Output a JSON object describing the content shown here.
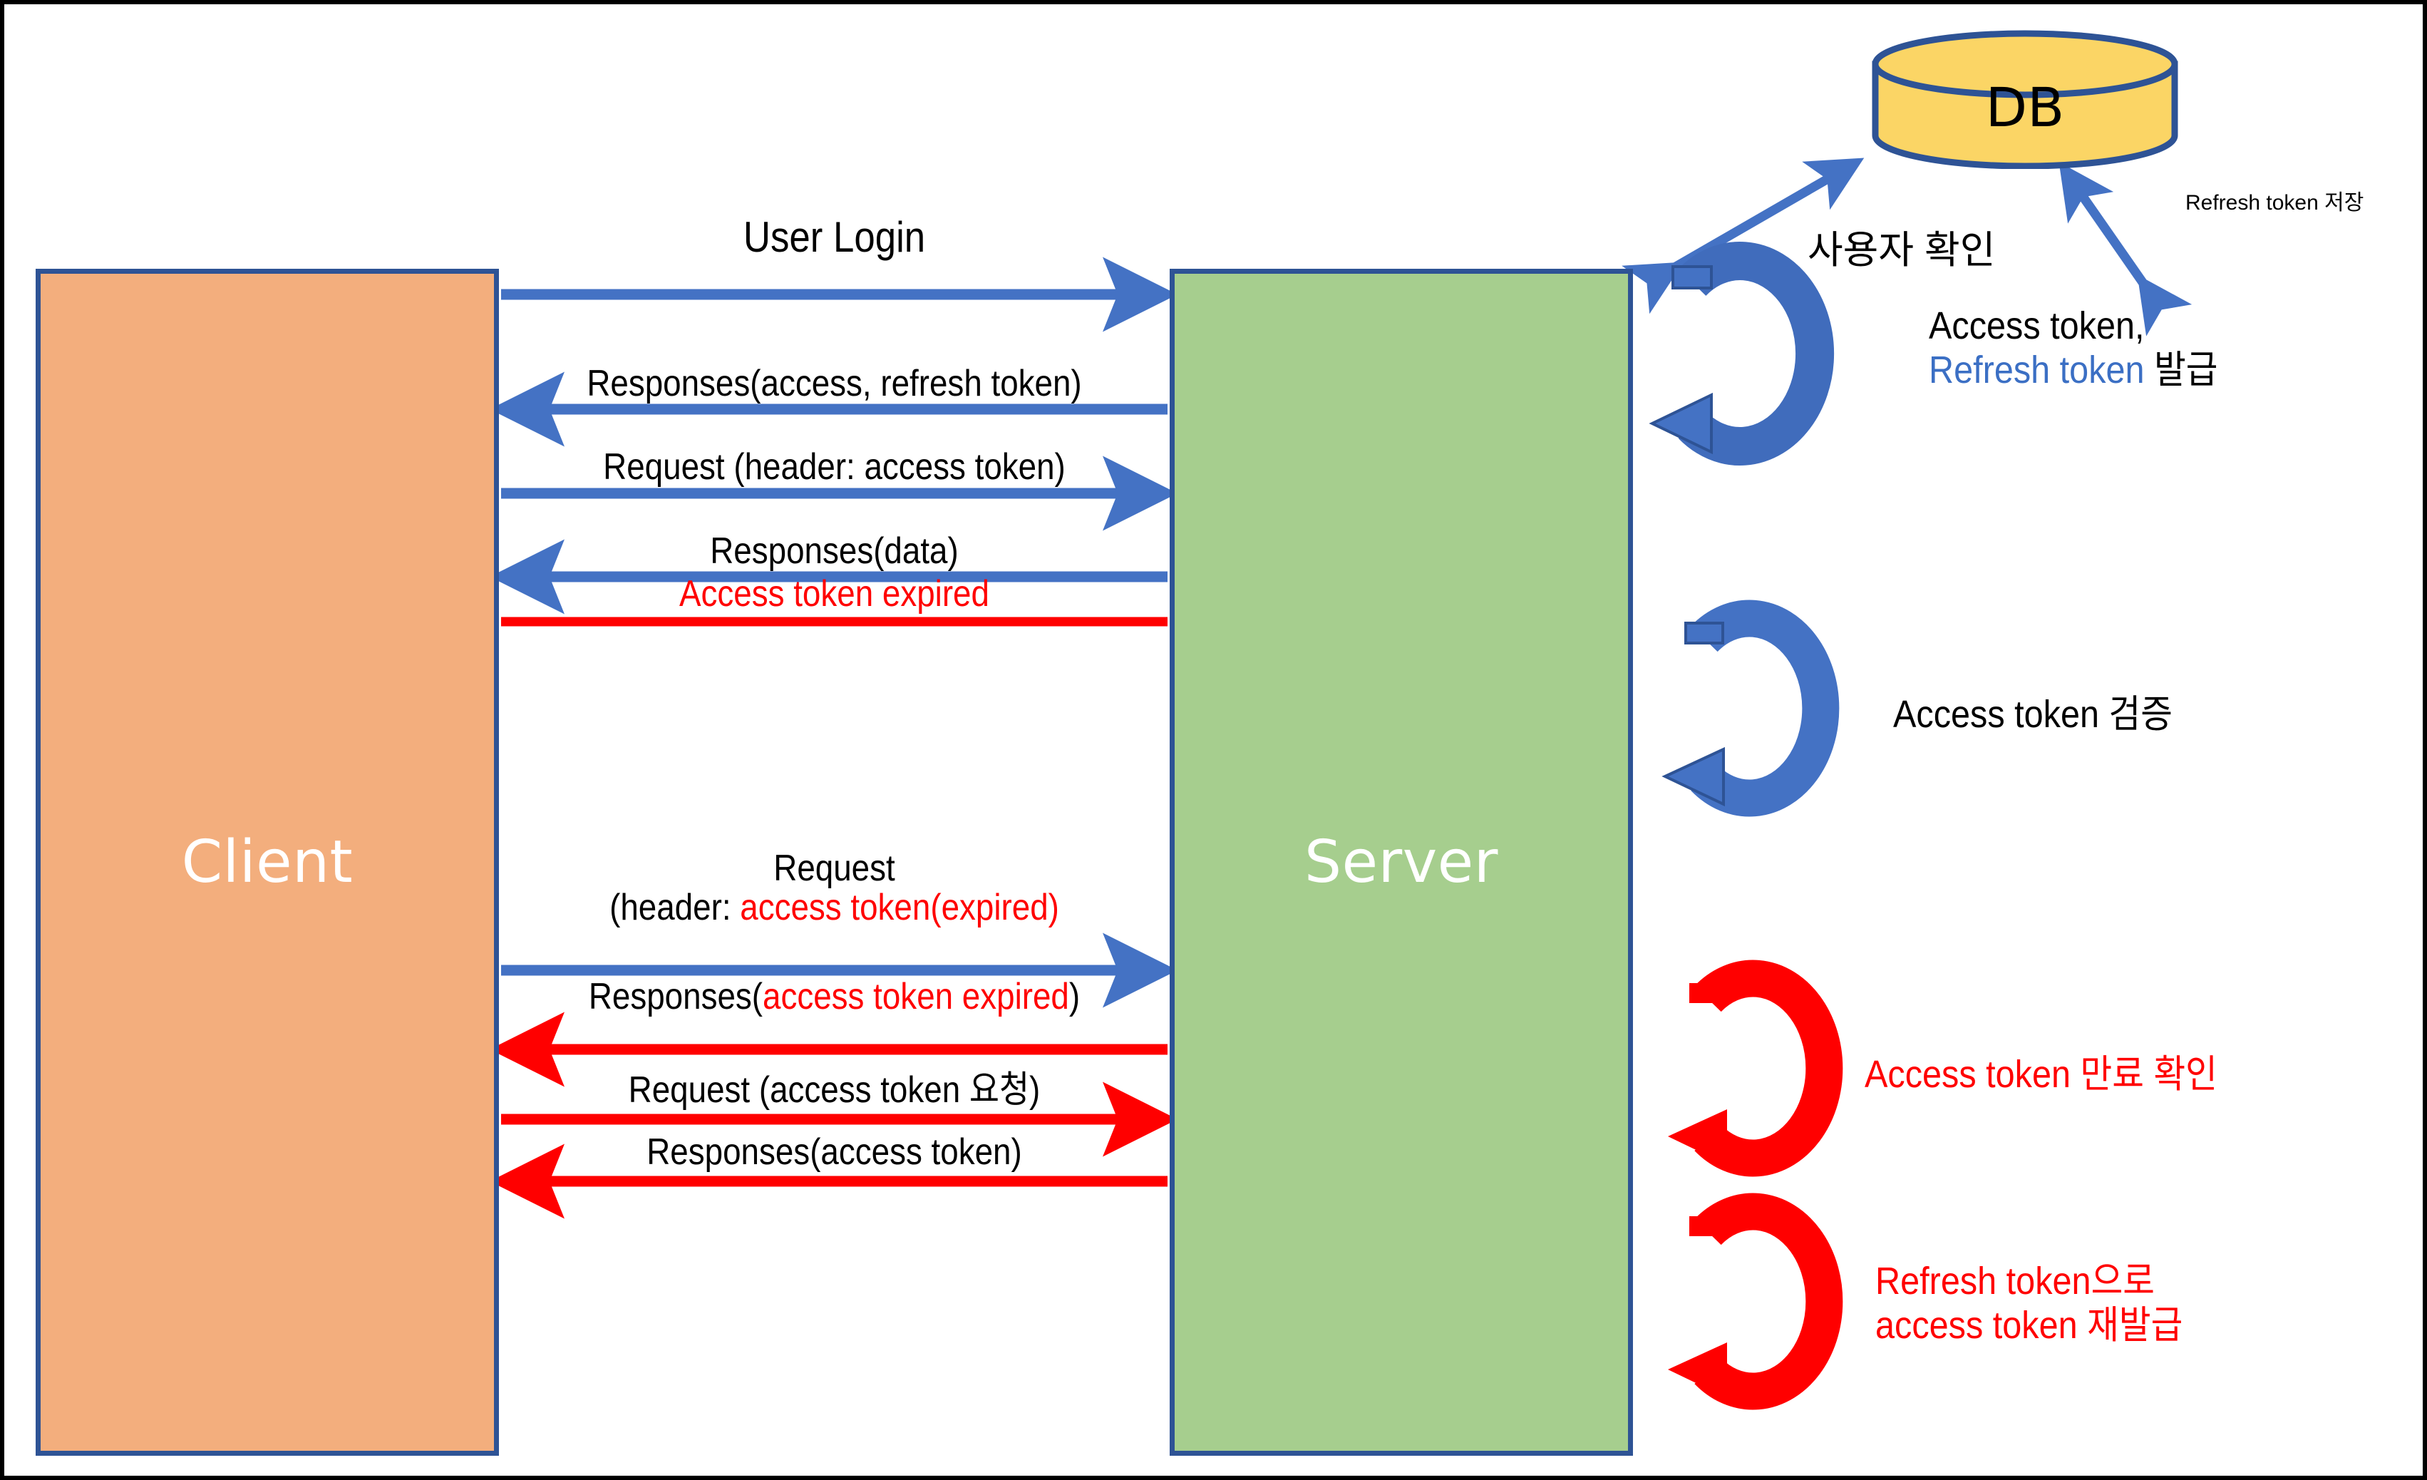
{
  "diagram": {
    "title": "JWT access token / refresh token sequence diagram",
    "colors": {
      "client_fill": "#F3AE7D",
      "server_fill": "#A6CE8E",
      "db_fill": "#FBD565",
      "outline_blue": "#2E5395",
      "arrow_blue": "#4472C4",
      "arrow_red": "#FF0000",
      "text_blue": "#3B6FC4"
    }
  },
  "actors": {
    "client": {
      "label": "Client"
    },
    "server": {
      "label": "Server"
    },
    "db": {
      "label": "DB"
    }
  },
  "top_label": {
    "text": "User Login"
  },
  "messages": [
    {
      "id": "m1",
      "label": "User Login",
      "direction": "right",
      "color": "blue",
      "style": "arrow"
    },
    {
      "id": "m2",
      "label": "Responses(access, refresh token)",
      "direction": "left",
      "color": "blue",
      "style": "arrow"
    },
    {
      "id": "m3",
      "label": "Request (header: access token)",
      "direction": "right",
      "color": "blue",
      "style": "arrow"
    },
    {
      "id": "m4",
      "label": "Responses(data)",
      "direction": "left",
      "color": "blue",
      "style": "arrow"
    },
    {
      "id": "m5",
      "label": "Access token expired",
      "direction": "none",
      "color": "red",
      "style": "line"
    },
    {
      "id": "m6",
      "label_line1": "Request",
      "label_line2_black": "(header: ",
      "label_line2_red": "access token(expired)",
      "direction": "right",
      "color": "blue",
      "style": "arrow"
    },
    {
      "id": "m7",
      "label_black_open": "Responses(",
      "label_red": "access token expired",
      "label_black_close": ")",
      "direction": "left",
      "color": "red",
      "style": "arrow"
    },
    {
      "id": "m8",
      "label": "Request (access token 요청)",
      "direction": "right",
      "color": "red",
      "style": "arrow"
    },
    {
      "id": "m9",
      "label": "Responses(access token)",
      "direction": "left",
      "color": "red",
      "style": "arrow"
    }
  ],
  "db_links": {
    "user_check": {
      "label": "사용자 확인",
      "arrow": "double"
    },
    "refresh_store": {
      "label": "Refresh token 저장",
      "arrow": "double"
    }
  },
  "side_notes": [
    {
      "id": "n1",
      "arrow_color": "blue",
      "line1_black": "Access token,",
      "line2_blue": "Refresh token",
      "line2_black": " 발급"
    },
    {
      "id": "n2",
      "arrow_color": "blue",
      "text": "Access token 검증"
    },
    {
      "id": "n3",
      "arrow_color": "red",
      "text": "Access token 만료 확인"
    },
    {
      "id": "n4",
      "arrow_color": "red",
      "line1": "Refresh token으로",
      "line2": "access token 재발급"
    }
  ]
}
